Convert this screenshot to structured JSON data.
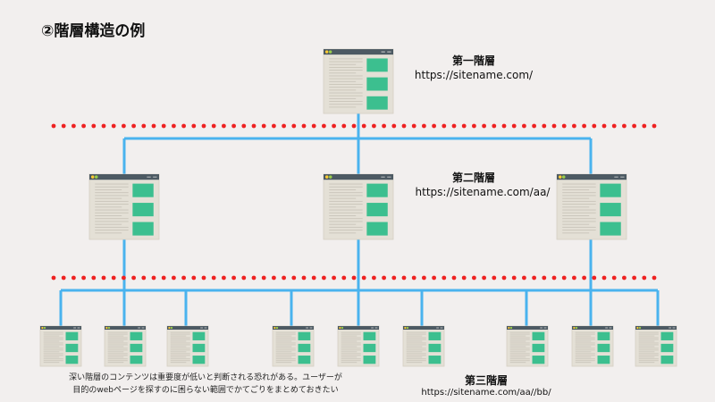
{
  "title": "②階層構造の例",
  "levels": {
    "first": {
      "name": "第一階層",
      "url": "https://sitename.com/"
    },
    "second": {
      "name": "第二階層",
      "url": "https://sitename.com/aa/"
    },
    "third": {
      "name": "第三階層",
      "url": "https://sitename.com/aa//bb/"
    }
  },
  "note": {
    "line1": "深い階層のコンテンツは重要度が低いと判断される恐れがある。ユーザーが",
    "line2": "目的のwebページを探すのに困らない範囲でかてごりをまとめておきたい"
  },
  "colors": {
    "connector": "#4ab3ee",
    "dots": "#ee2222",
    "page_bg": "#e4e0d6",
    "page_bar": "#4d5a63",
    "page_block": "#3cbf8f",
    "page_line": "#c8c3b8"
  }
}
